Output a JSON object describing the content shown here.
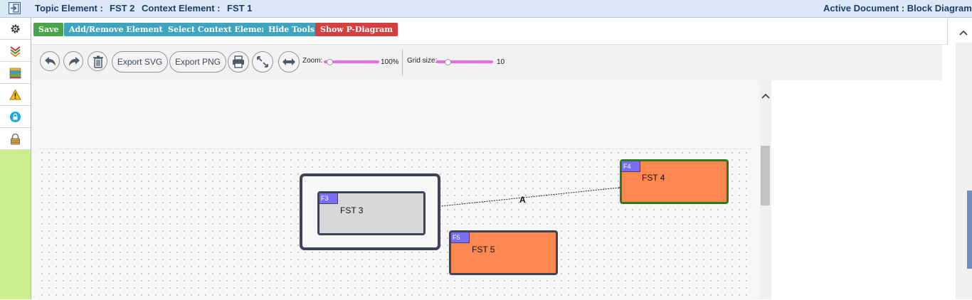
{
  "header": {
    "topic_label": "Topic Element :",
    "topic_value": "FST 2",
    "context_label": "Context Element :",
    "context_value": "FST 1",
    "active_document": "Active Document : Block Diagram"
  },
  "sidebar": {
    "items": [
      {
        "icon": "gear-icon"
      },
      {
        "icon": "layers-chevron-icon"
      },
      {
        "icon": "stack-icon"
      },
      {
        "icon": "warning-icon"
      },
      {
        "icon": "lock-badge-icon"
      },
      {
        "icon": "padlock-icon"
      }
    ]
  },
  "toolbar": {
    "save_label": "Save",
    "add_remove_label": "Add/Remove Elements",
    "select_context_label": "Select Context Element",
    "hide_tools_label": "Hide Tools",
    "show_pdiagram_label": "Show P-Diagram",
    "colors": {
      "save": "#4aa54a",
      "info": "#3fa4bd",
      "danger": "#d44040"
    }
  },
  "tools": {
    "export_svg_label": "Export SVG",
    "export_png_label": "Export PNG",
    "zoom_label": "Zoom:",
    "zoom_value": "100%",
    "zoom_level": 0.1,
    "grid_label": "Grid size:",
    "grid_value": "10",
    "grid_level": 0.2,
    "icons": [
      "undo-icon",
      "redo-icon",
      "trash-icon",
      "print-icon",
      "fit-icon",
      "expand-horizontal-icon"
    ]
  },
  "diagram": {
    "nodes": [
      {
        "id": "F3",
        "tag": "F3",
        "label": "FST 3",
        "fill": "#d9d7d7",
        "border": "#3e4456"
      },
      {
        "id": "F4",
        "tag": "F4",
        "label": "FST 4",
        "fill": "#ff8750",
        "border": "#2b7a1e"
      },
      {
        "id": "F5",
        "tag": "F5",
        "label": "FST 5",
        "fill": "#ff8750",
        "border": "#3e4456"
      }
    ],
    "connector_label": "A"
  }
}
